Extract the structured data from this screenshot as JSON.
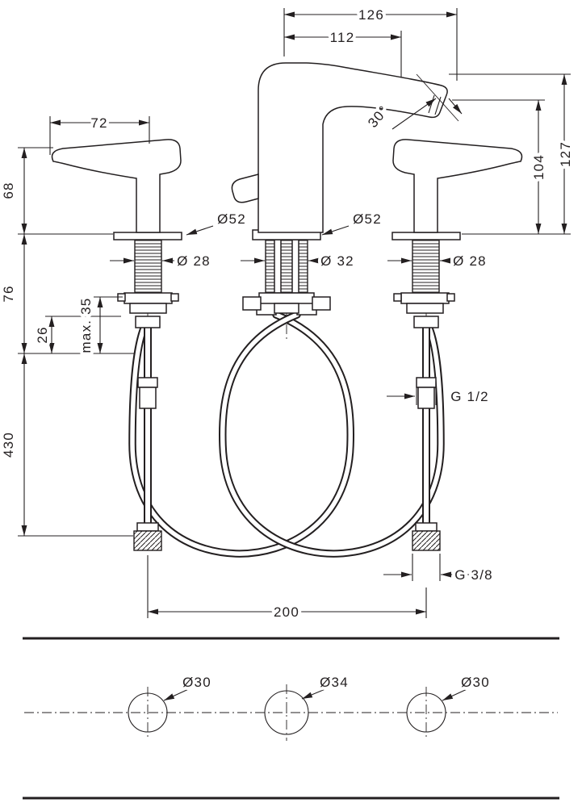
{
  "drawing": {
    "type": "faucet installation dimensional drawing",
    "line_color": "#231f20",
    "background": "#ffffff"
  },
  "dims": {
    "spout_projection": "126",
    "spout_projection_inner": "112",
    "handle_length": "72",
    "spout_angle": "30°",
    "height_total": "127",
    "height_outlet": "104",
    "handle_height": "68",
    "escutcheon_dia_left": "Ø52",
    "escutcheon_dia_center": "Ø52",
    "shank_dia_left": "Ø 28",
    "shank_dia_center": "Ø 32",
    "shank_dia_right": "Ø 28",
    "depth_below_deck": "76",
    "thread_length": "26",
    "deck_thickness_max": "max. 35",
    "hose_length": "430",
    "hose_thread": "G 1/2",
    "supply_thread": "G 3/8",
    "hole_spacing": "200",
    "hole_dia_left": "Ø30",
    "hole_dia_center": "Ø34",
    "hole_dia_right": "Ø30"
  }
}
